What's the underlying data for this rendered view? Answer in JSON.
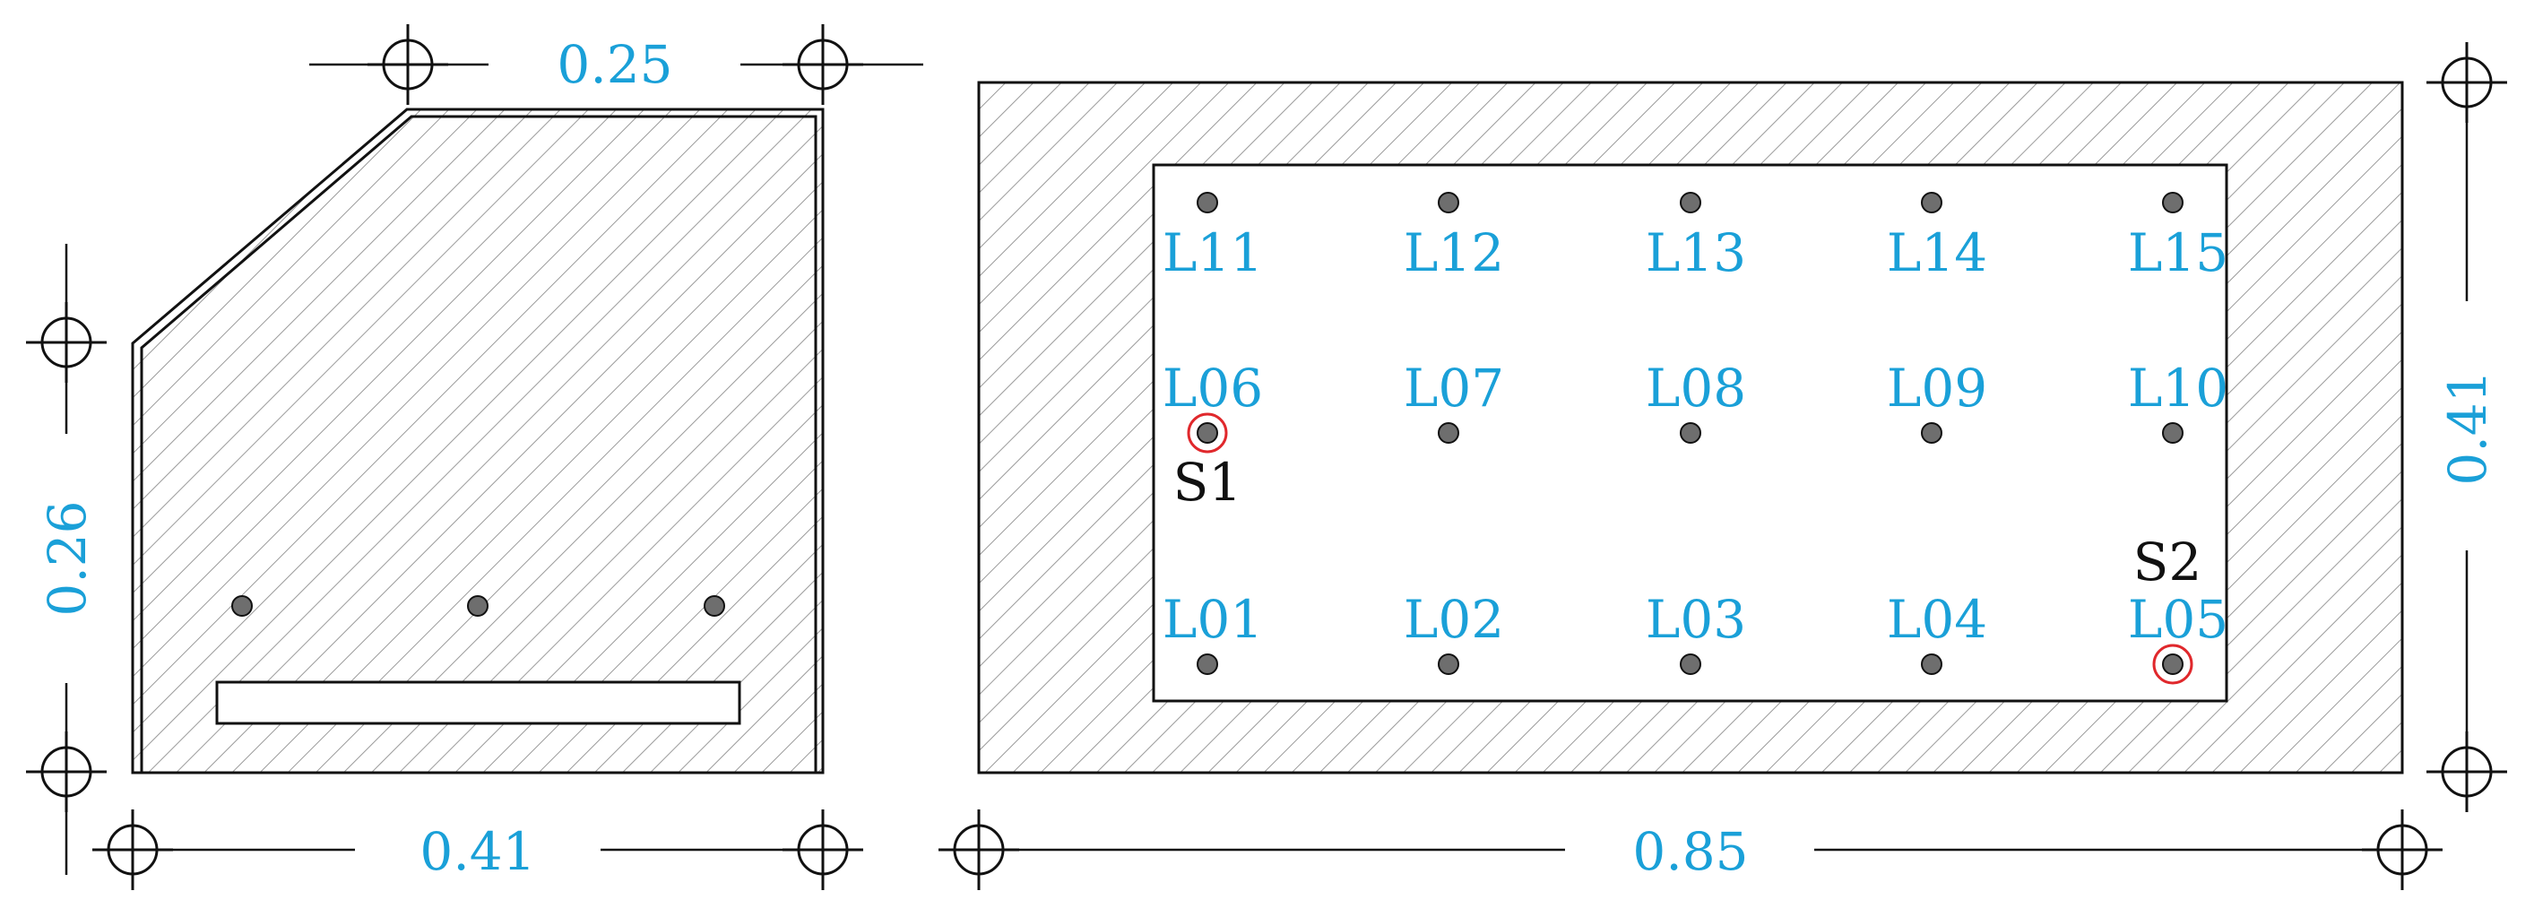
{
  "colors": {
    "dimension_text": "#1aa0d8",
    "label_text": "#1aa0d8",
    "sensor_text": "#111111",
    "sensor_ring": "#e0282c",
    "point_fill": "#6e6e6e",
    "hatch": "#9a9a9a",
    "outline": "#111111"
  },
  "left_section": {
    "dim_top": "0.25",
    "dim_left": "0.26",
    "dim_bottom": "0.41",
    "bar_points": 3
  },
  "right_section": {
    "dim_bottom": "0.85",
    "dim_right": "0.41",
    "rows": [
      {
        "labels": [
          "L11",
          "L12",
          "L13",
          "L14",
          "L15"
        ]
      },
      {
        "labels": [
          "L06",
          "L07",
          "L08",
          "L09",
          "L10"
        ]
      },
      {
        "labels": [
          "L01",
          "L02",
          "L03",
          "L04",
          "L05"
        ]
      }
    ],
    "sensors": [
      {
        "label": "S1",
        "at": "L06"
      },
      {
        "label": "S2",
        "at": "L05"
      }
    ]
  }
}
